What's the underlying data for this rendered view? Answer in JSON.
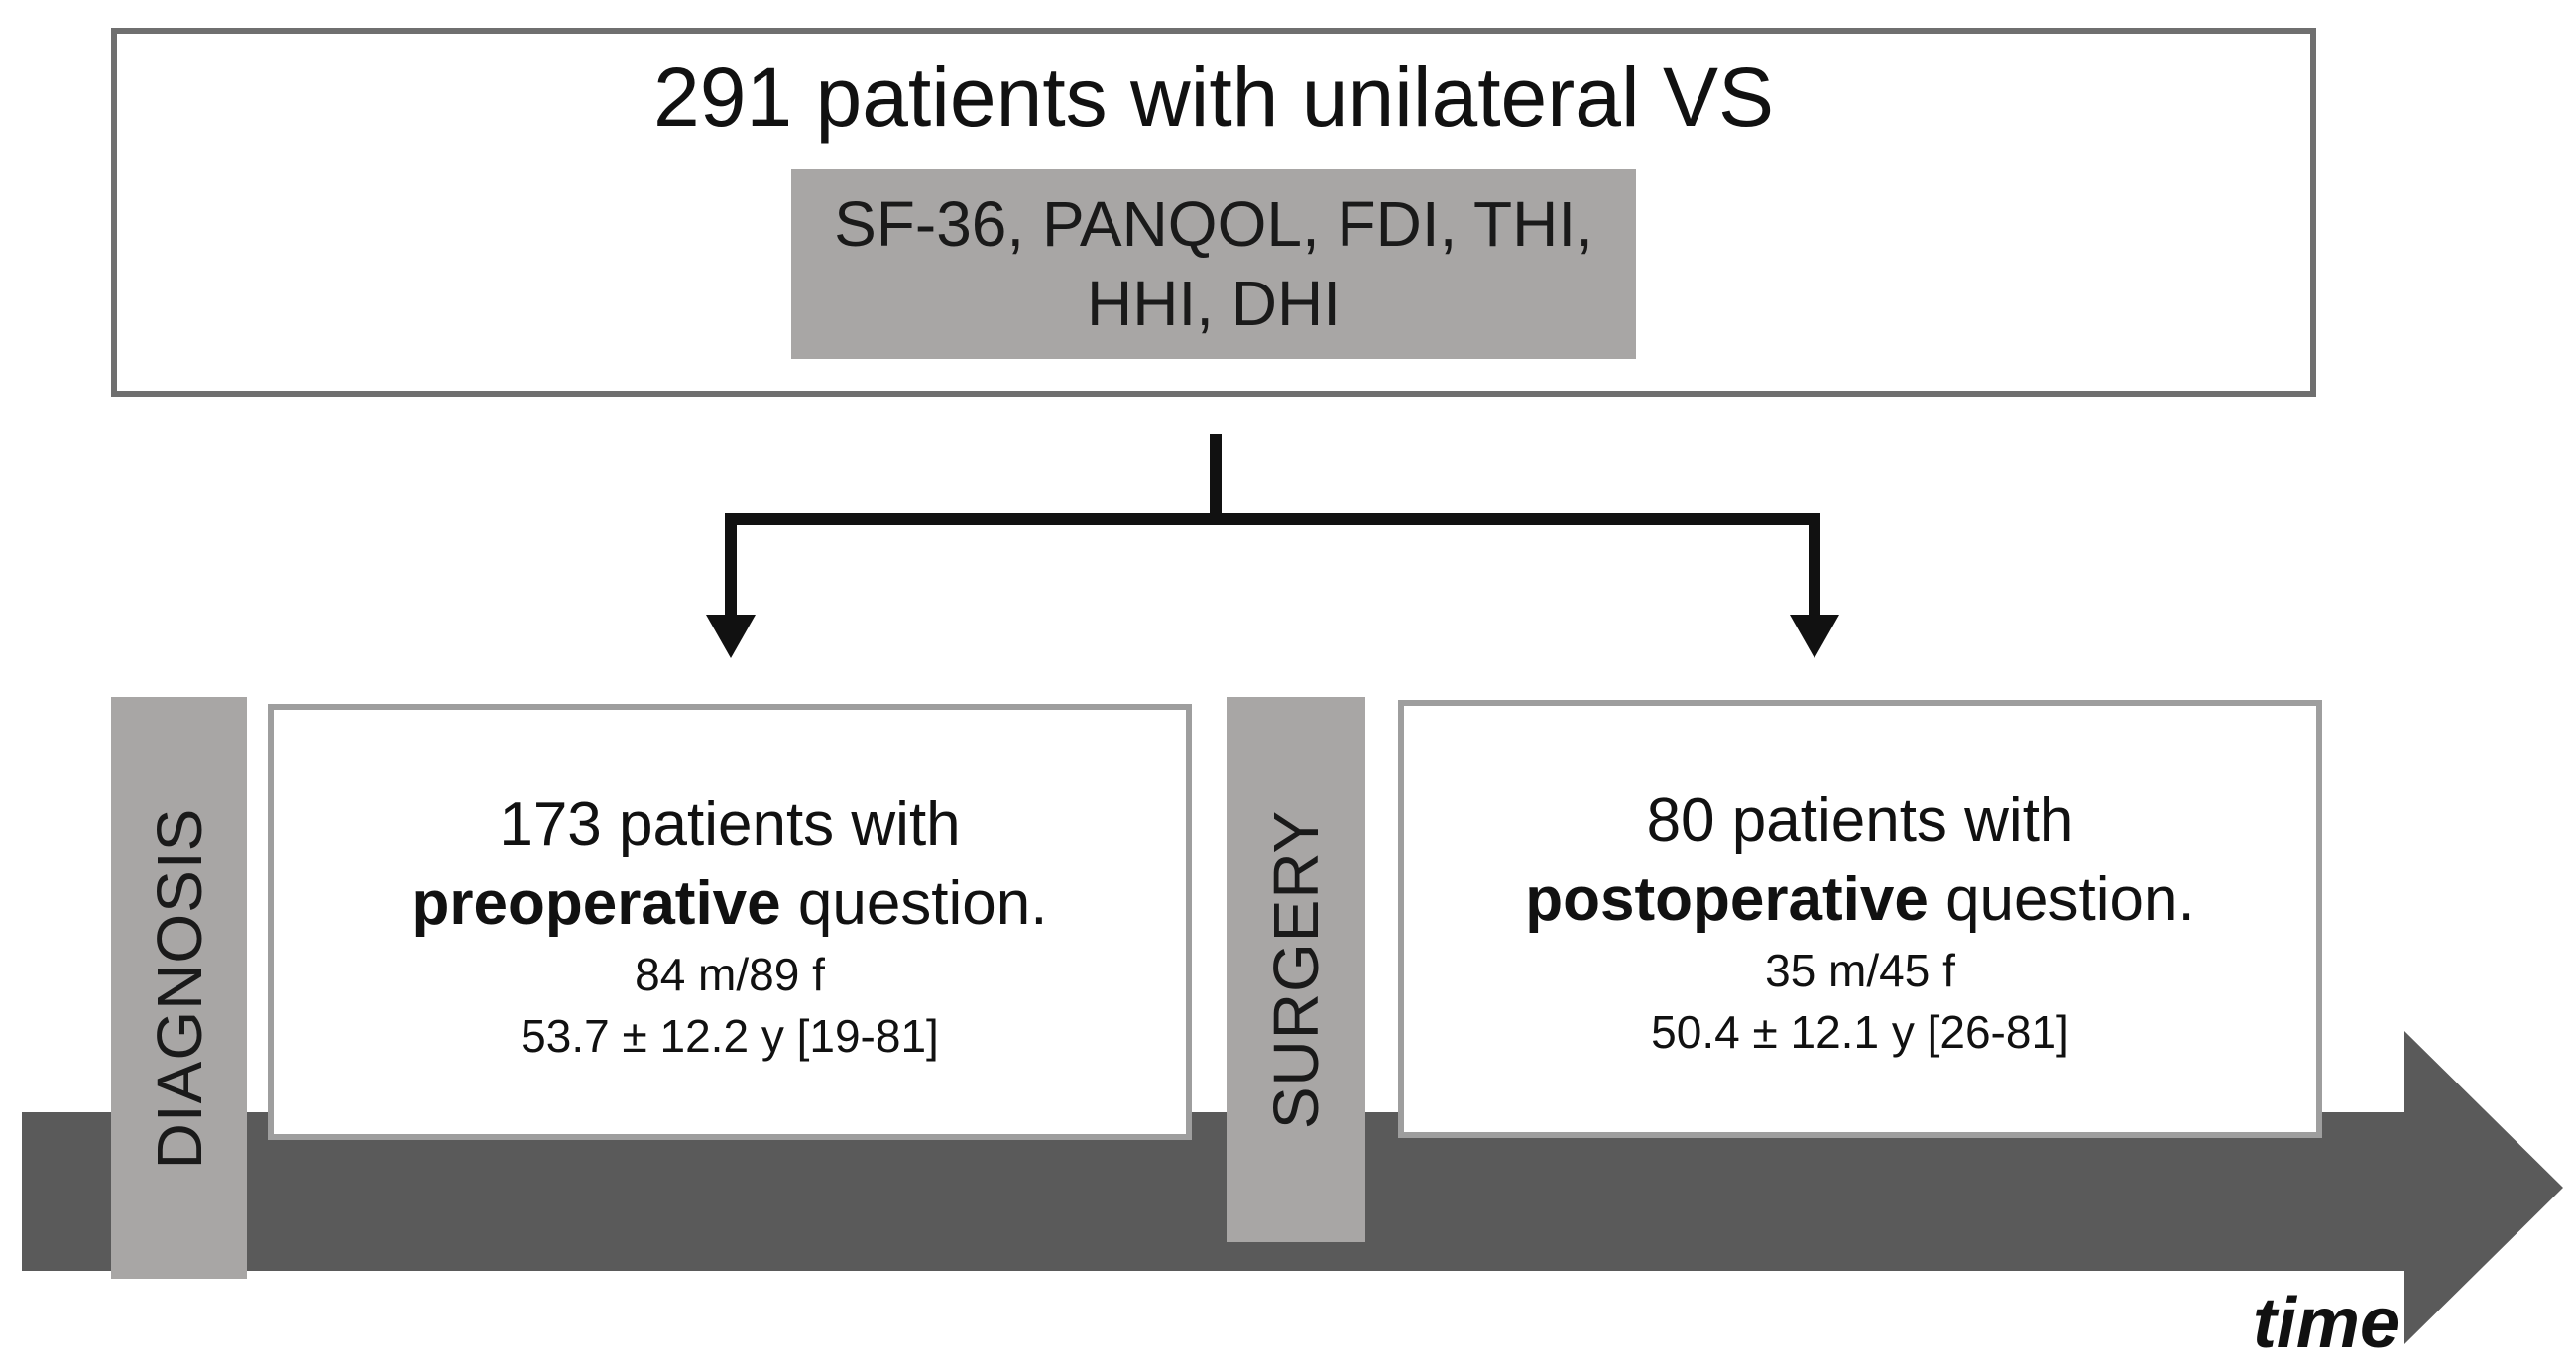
{
  "cohort": {
    "title": "291 patients with unilateral VS",
    "questionnaires": [
      "SF-36, PANQOL, FDI, THI,",
      "HHI, DHI"
    ]
  },
  "phases": {
    "diagnosis": "DIAGNOSIS",
    "surgery": "SURGERY"
  },
  "groups": {
    "preoperative": {
      "line1": "173 patients with",
      "emphasis": "preoperative",
      "suffix": " question.",
      "sex": "84 m/89 f",
      "age": "53.7 ± 12.2 y [19-81]"
    },
    "postoperative": {
      "line1": "80 patients with",
      "emphasis": "postoperative",
      "suffix": " question.",
      "sex": "35 m/45 f",
      "age": "50.4 ± 12.1 y [26-81]"
    }
  },
  "timeline": {
    "label": "time",
    "color": "#5a5a5a"
  },
  "colors": {
    "phase_fill": "#a8a6a5",
    "box_border": "#6f6f6f",
    "connector": "#111111"
  }
}
